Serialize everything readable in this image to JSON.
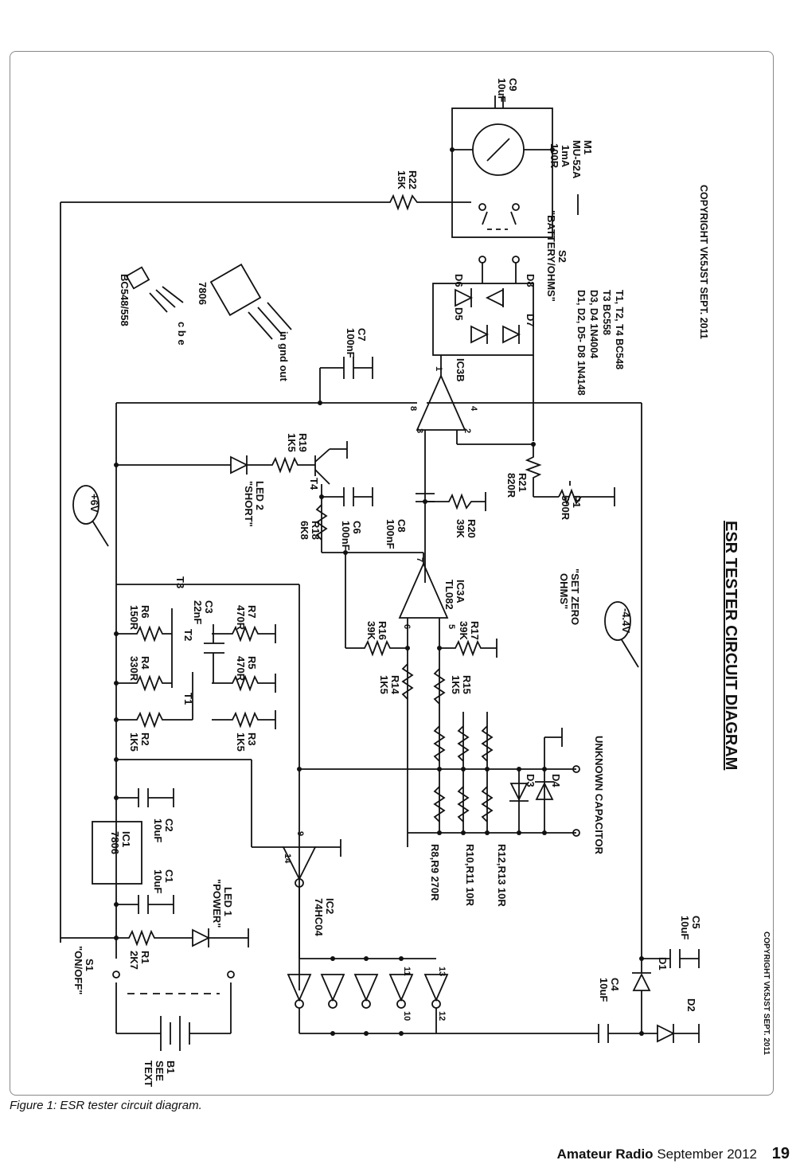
{
  "caption": "Figure 1: ESR tester circuit diagram.",
  "footer": {
    "magazine": "Amateur Radio",
    "issue": "September 2012",
    "page": "19"
  },
  "diagram": {
    "title": "ESR TESTER CIRCUIT DIAGRAM",
    "copyright_main": "COPYRIGHT VK5JST SEPT. 2011",
    "copyright_small": "COPYRIGHT VK5JST SEPT. 2011",
    "labels": {
      "c9": "C9",
      "c9_val": "10uF",
      "m1": "M1",
      "m1_type": "MU-52A",
      "m1_range": "1mA",
      "m1_res": "100R",
      "r22": "R22",
      "r22_val": "15K",
      "s2": "S2",
      "s2_name": "\"BATTERY/OHMS\"",
      "d6": "D6",
      "d8": "D8",
      "d5": "D5",
      "d7": "D7",
      "c7": "C7",
      "c7_val": "100nF",
      "ic3b": "IC3B",
      "bc548": "BC548/558",
      "pins_cbe": "c b e",
      "reg7806": "7806",
      "reg_pins": "in gnd out",
      "r19": "R19",
      "r19_val": "1K5",
      "t4": "T4",
      "led2": "LED 2",
      "led2_name": "\"SHORT\"",
      "r18": "R18",
      "r18_val": "6K8",
      "c6": "C6",
      "c6_val": "100nF",
      "c8": "C8",
      "c8_val": "100nF",
      "r20": "R20",
      "r20_val": "39K",
      "r21": "R21",
      "r21_val": "820R",
      "p1": "P1",
      "p1_val": "500R",
      "set_zero_1": "\"SET ZERO",
      "set_zero_2": "OHMS\"",
      "plus6v": "+6V",
      "minus44v": "-4.4V",
      "ic3a": "IC3A",
      "tl082": "TL082",
      "t3": "T3",
      "t2": "T2",
      "t1": "T1",
      "c3": "C3",
      "c3_val": "22nF",
      "r6": "R6",
      "r6_val": "150R",
      "r7": "R7",
      "r7_val": "470R",
      "r4": "R4",
      "r4_val": "330R",
      "r5": "R5",
      "r5_val": "470R",
      "r2": "R2",
      "r2_val": "1K5",
      "r3": "R3",
      "r3_val": "1K5",
      "r16": "R16",
      "r16_val": "39K",
      "r17": "R17",
      "r17_val": "39K",
      "r14": "R14",
      "r14_val": "1K5",
      "r15": "R15",
      "r15_val": "1K5",
      "d3": "D3",
      "d4": "D4",
      "unknown_cap": "UNKNOWN CAPACITOR",
      "r8r9": "R8,R9 270R",
      "r10r11": "R10,R11 10R",
      "r12r13": "R12,R13 10R",
      "ic1": "IC1",
      "ic1_type": "7806",
      "c2": "C2",
      "c2_val": "10uF",
      "c1": "C1",
      "c1_val": "10uF",
      "ic2": "IC2",
      "ic2_type": "74HC04",
      "led1": "LED 1",
      "led1_name": "\"POWER\"",
      "r1": "R1",
      "r1_val": "2K7",
      "s1": "S1",
      "s1_name": "\"ON/OFF\"",
      "b1": "B1",
      "b1_see": "SEE",
      "b1_text": "TEXT",
      "c4": "C4",
      "c4_val": "10uF",
      "c5": "C5",
      "c5_val": "10uF",
      "d1": "D1",
      "d2": "D2",
      "parts_t": "T1, T2, T4  BC548",
      "parts_t3": "T3  BC558",
      "parts_d34": "D3, D4  1N4004",
      "parts_d": "D1, D2, D5- D8  1N4148",
      "pin1": "1",
      "pin2": "2",
      "pin3": "3",
      "pin4": "4",
      "pin5": "5",
      "pin6": "6",
      "pin7": "7",
      "pin8": "8",
      "pin9": "9",
      "pin10": "10",
      "pin11": "11",
      "pin12": "12",
      "pin13": "13",
      "pin14": "14"
    }
  }
}
